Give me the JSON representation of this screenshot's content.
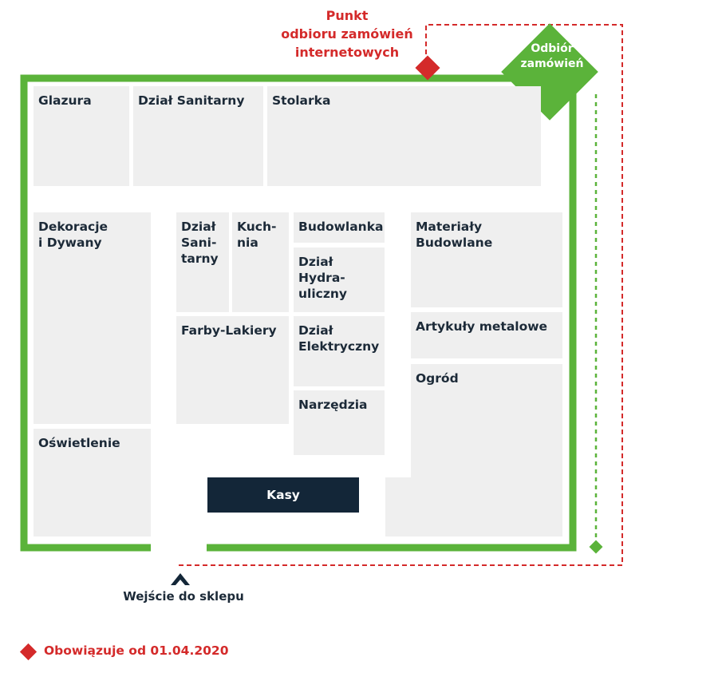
{
  "top_note": "Punkt\nodbioru zamówień\ninternetowych",
  "pickup_label": "Odbiór\nzamówień",
  "zones": {
    "glazura": "Glazura",
    "sanitarny_top": "Dział Sanitarny",
    "stolarka": "Stolarka",
    "dekoracje": "Dekoracje\ni Dywany",
    "sanitarny_mid": "Dział\nSani-\ntarny",
    "kuchnia": "Kuch-\nnia",
    "budowlanka": "Budowlanka",
    "hydrauliczny": "Dział\nHydra-\nuliczny",
    "materialy": "Materiały Budowlane",
    "farby": "Farby-Lakiery",
    "elektryczny": "Dział\nElektryczny",
    "artykuly": "Artykuły metalowe",
    "ogrod": "Ogród",
    "narzedzia": "Narzędzia",
    "oswietlenie": "Oświetlenie"
  },
  "kasy": "Kasy",
  "entrance": "Wejście do sklepu",
  "legend": "Obowiązuje od 01.04.2020",
  "colors": {
    "wall": "#5bb33a",
    "zone": "#efefef",
    "text": "#1c2a38",
    "accent_red": "#d42a2a",
    "kasy_bg": "#132638"
  }
}
